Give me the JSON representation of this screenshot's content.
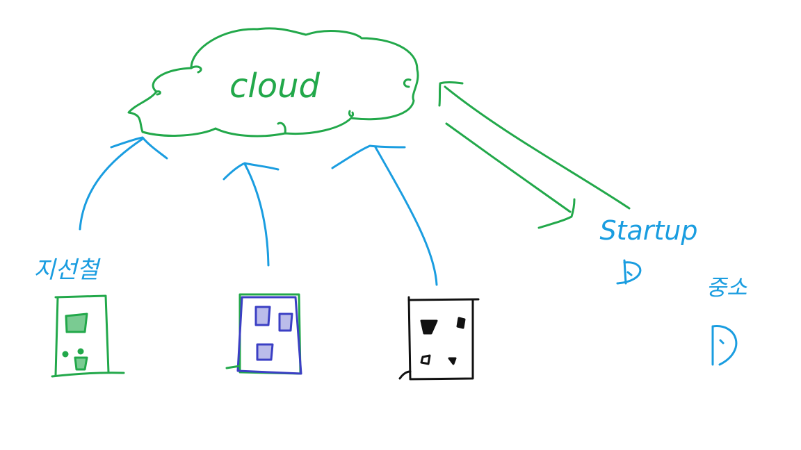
{
  "colors": {
    "green": "#22a84a",
    "blue": "#1a9de0",
    "indigo": "#3b3fc4",
    "black": "#111111"
  },
  "cloud": {
    "label": "cloud"
  },
  "nodes": {
    "left_label": "지선철",
    "startup_label": "Startup",
    "right_label": "중소"
  },
  "icons": [
    "cloud-icon",
    "building-icon",
    "person-icon"
  ]
}
